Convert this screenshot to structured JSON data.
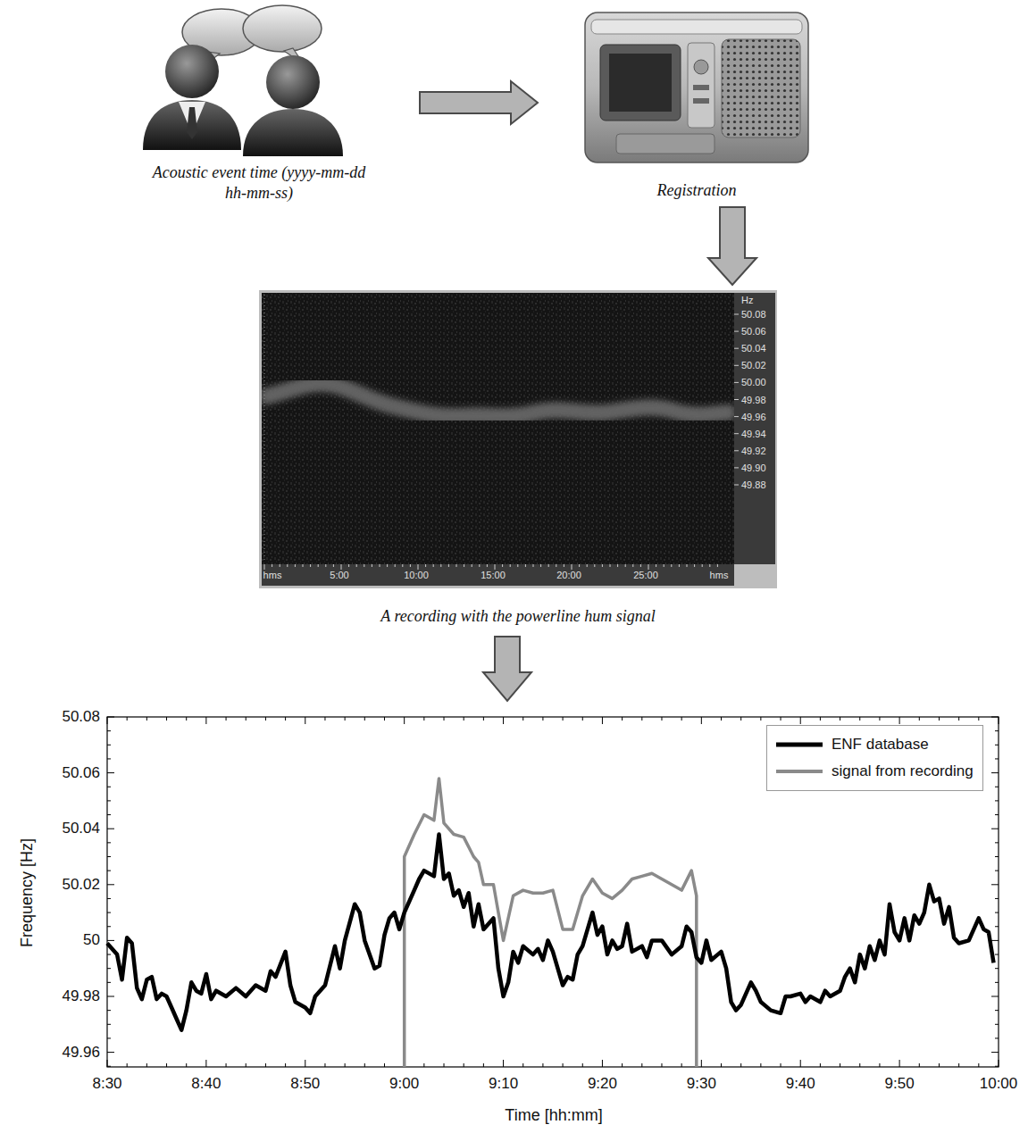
{
  "diagram": {
    "nodes": [
      {
        "text": [
          "Acoustic event time (yyyy-mm-dd hh-mm-ss)"
        ]
      },
      {
        "text": [
          "Registration"
        ]
      },
      {
        "text": [
          "A recording with the powerline hum signal"
        ]
      },
      {
        "text": [
          "Frequency [Hz]",
          "Time [hh:mm]"
        ]
      }
    ],
    "edges": [
      {
        "from": 0,
        "to": 1,
        "arrow": "to"
      },
      {
        "from": 1,
        "to": 2,
        "arrow": "to"
      },
      {
        "from": 2,
        "to": 3,
        "arrow": "to"
      }
    ],
    "labels": [
      "Hz",
      "50.08",
      "50.06",
      "50.04",
      "50.02",
      "50.00",
      "49.98",
      "49.96",
      "49.94",
      "49.92",
      "49.90",
      "49.88",
      "hms",
      "5:00",
      "10:00",
      "15:00",
      "20:00",
      "25:00",
      "hms",
      "50.08",
      "50.06",
      "50.04",
      "50.02",
      "50",
      "49.98",
      "49.96",
      "8:30",
      "8:40",
      "8:50",
      "9:00",
      "9:10",
      "9:20",
      "9:30",
      "9:40",
      "9:50",
      "10:00"
    ],
    "legend": [
      {
        "text": "ENF database"
      },
      {
        "text": "signal from recording"
      }
    ]
  }
}
